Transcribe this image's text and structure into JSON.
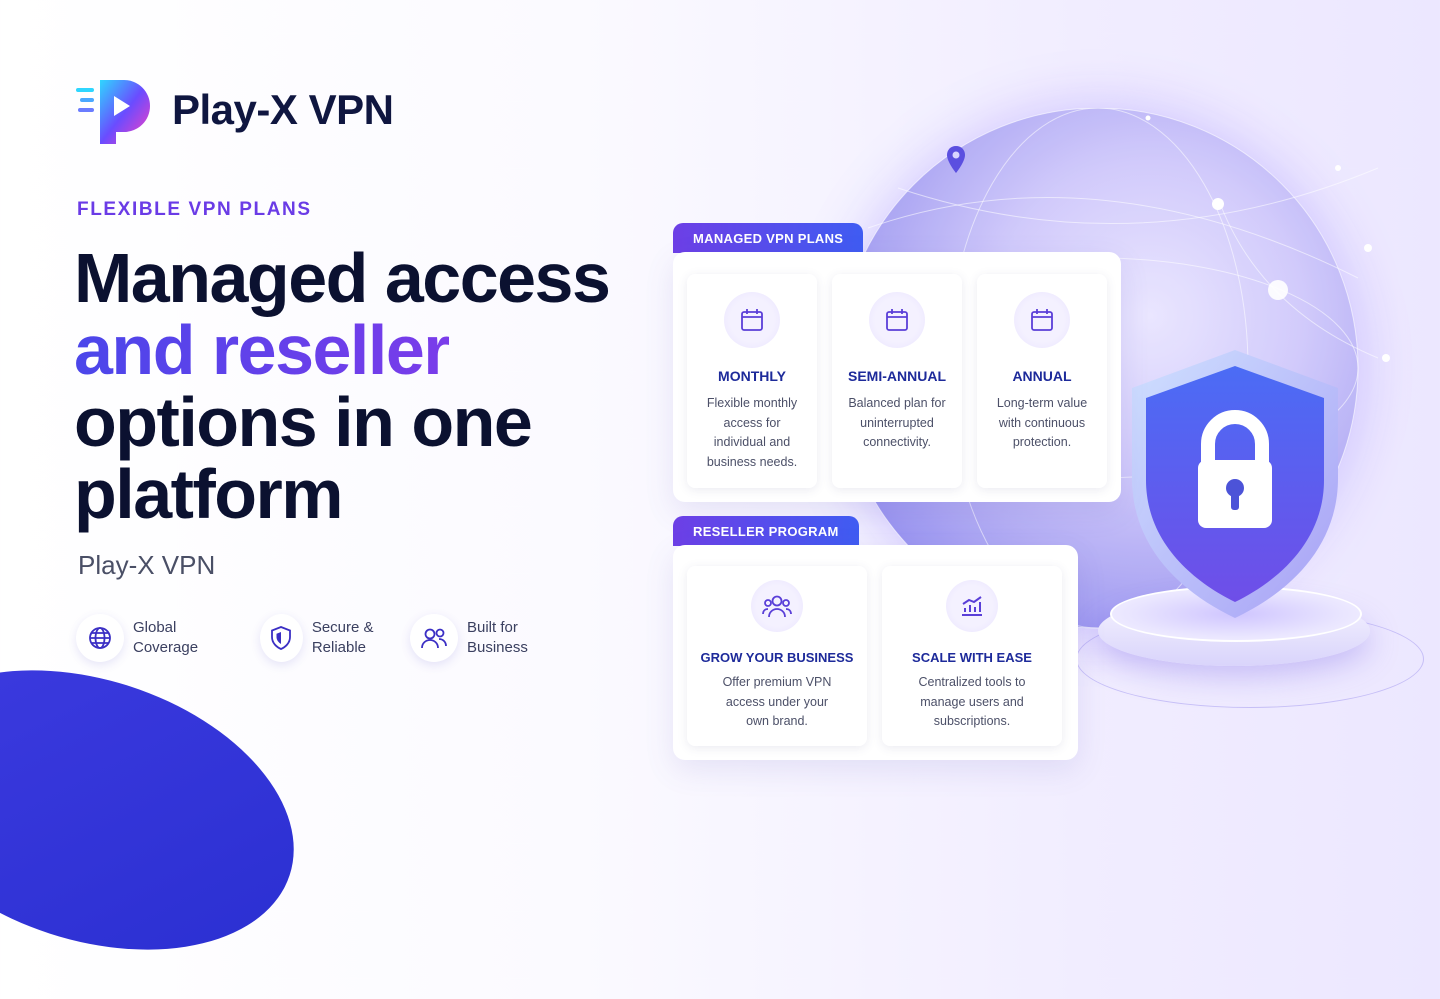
{
  "brand": {
    "name": "Play-X VPN",
    "colors": {
      "primary": "#5b3ee8",
      "dark": "#0b1130",
      "accent_blue": "#3f5cf2"
    }
  },
  "hero": {
    "eyebrow": "FLEXIBLE VPN PLANS",
    "headline_line1": "Managed access",
    "headline_line2": "and reseller",
    "headline_line3": "options in one",
    "headline_line4": "platform",
    "subbrand": "Play-X VPN"
  },
  "features": [
    {
      "icon": "globe-icon",
      "line1": "Global",
      "line2": "Coverage"
    },
    {
      "icon": "shield-icon",
      "line1": "Secure &",
      "line2": "Reliable"
    },
    {
      "icon": "users-icon",
      "line1": "Built for",
      "line2": "Business"
    }
  ],
  "plans": {
    "tab_label": "MANAGED VPN PLANS",
    "items": [
      {
        "icon": "calendar-icon",
        "title": "MONTHLY",
        "desc": "Flexible monthly access for individual and business needs."
      },
      {
        "icon": "calendar-icon",
        "title": "SEMI-ANNUAL",
        "desc": "Balanced plan for uninterrupted connectivity."
      },
      {
        "icon": "calendar-icon",
        "title": "ANNUAL",
        "desc": "Long-term value with continuous protection."
      }
    ]
  },
  "reseller": {
    "tab_label": "RESELLER PROGRAM",
    "items": [
      {
        "icon": "users-icon",
        "title": "GROW YOUR BUSINESS",
        "desc": "Offer premium VPN access under your own brand."
      },
      {
        "icon": "bar-chart-icon",
        "title": "SCALE WITH EASE",
        "desc": "Centralized tools to manage users and subscriptions."
      }
    ]
  }
}
